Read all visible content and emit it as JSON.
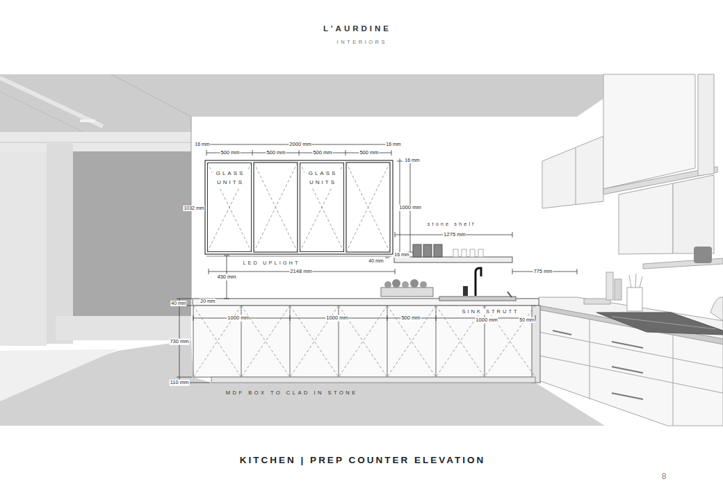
{
  "diagram": {
    "title": "KITCHEN | PREP COUNTER ELEVATION",
    "nodes": [
      {
        "text": [
          "GLASS UNITS"
        ]
      },
      {
        "text": [
          "GLASS UNITS"
        ]
      }
    ],
    "labels": [
      "L’AURDINE",
      "INTERIORS",
      "16 mm",
      "2000 mm",
      "16 mm",
      "500 mm",
      "500 mm",
      "500 mm",
      "500 mm",
      "16 mm",
      "1032 mm",
      "1000 mm",
      "stone shelf",
      "1275 mm",
      "16 mm",
      "40 mm",
      "LED UPLIGHT",
      "2148 mm",
      "430 mm",
      "775 mm",
      "40 mm",
      "20 mm",
      "1000 mm",
      "1000 mm",
      "500 mm",
      "SINK STRUTT",
      "1000 mm",
      "50 mm",
      "730 mm",
      "110 mm",
      "MDF BOX TO CLAD IN STONE",
      "8"
    ]
  }
}
